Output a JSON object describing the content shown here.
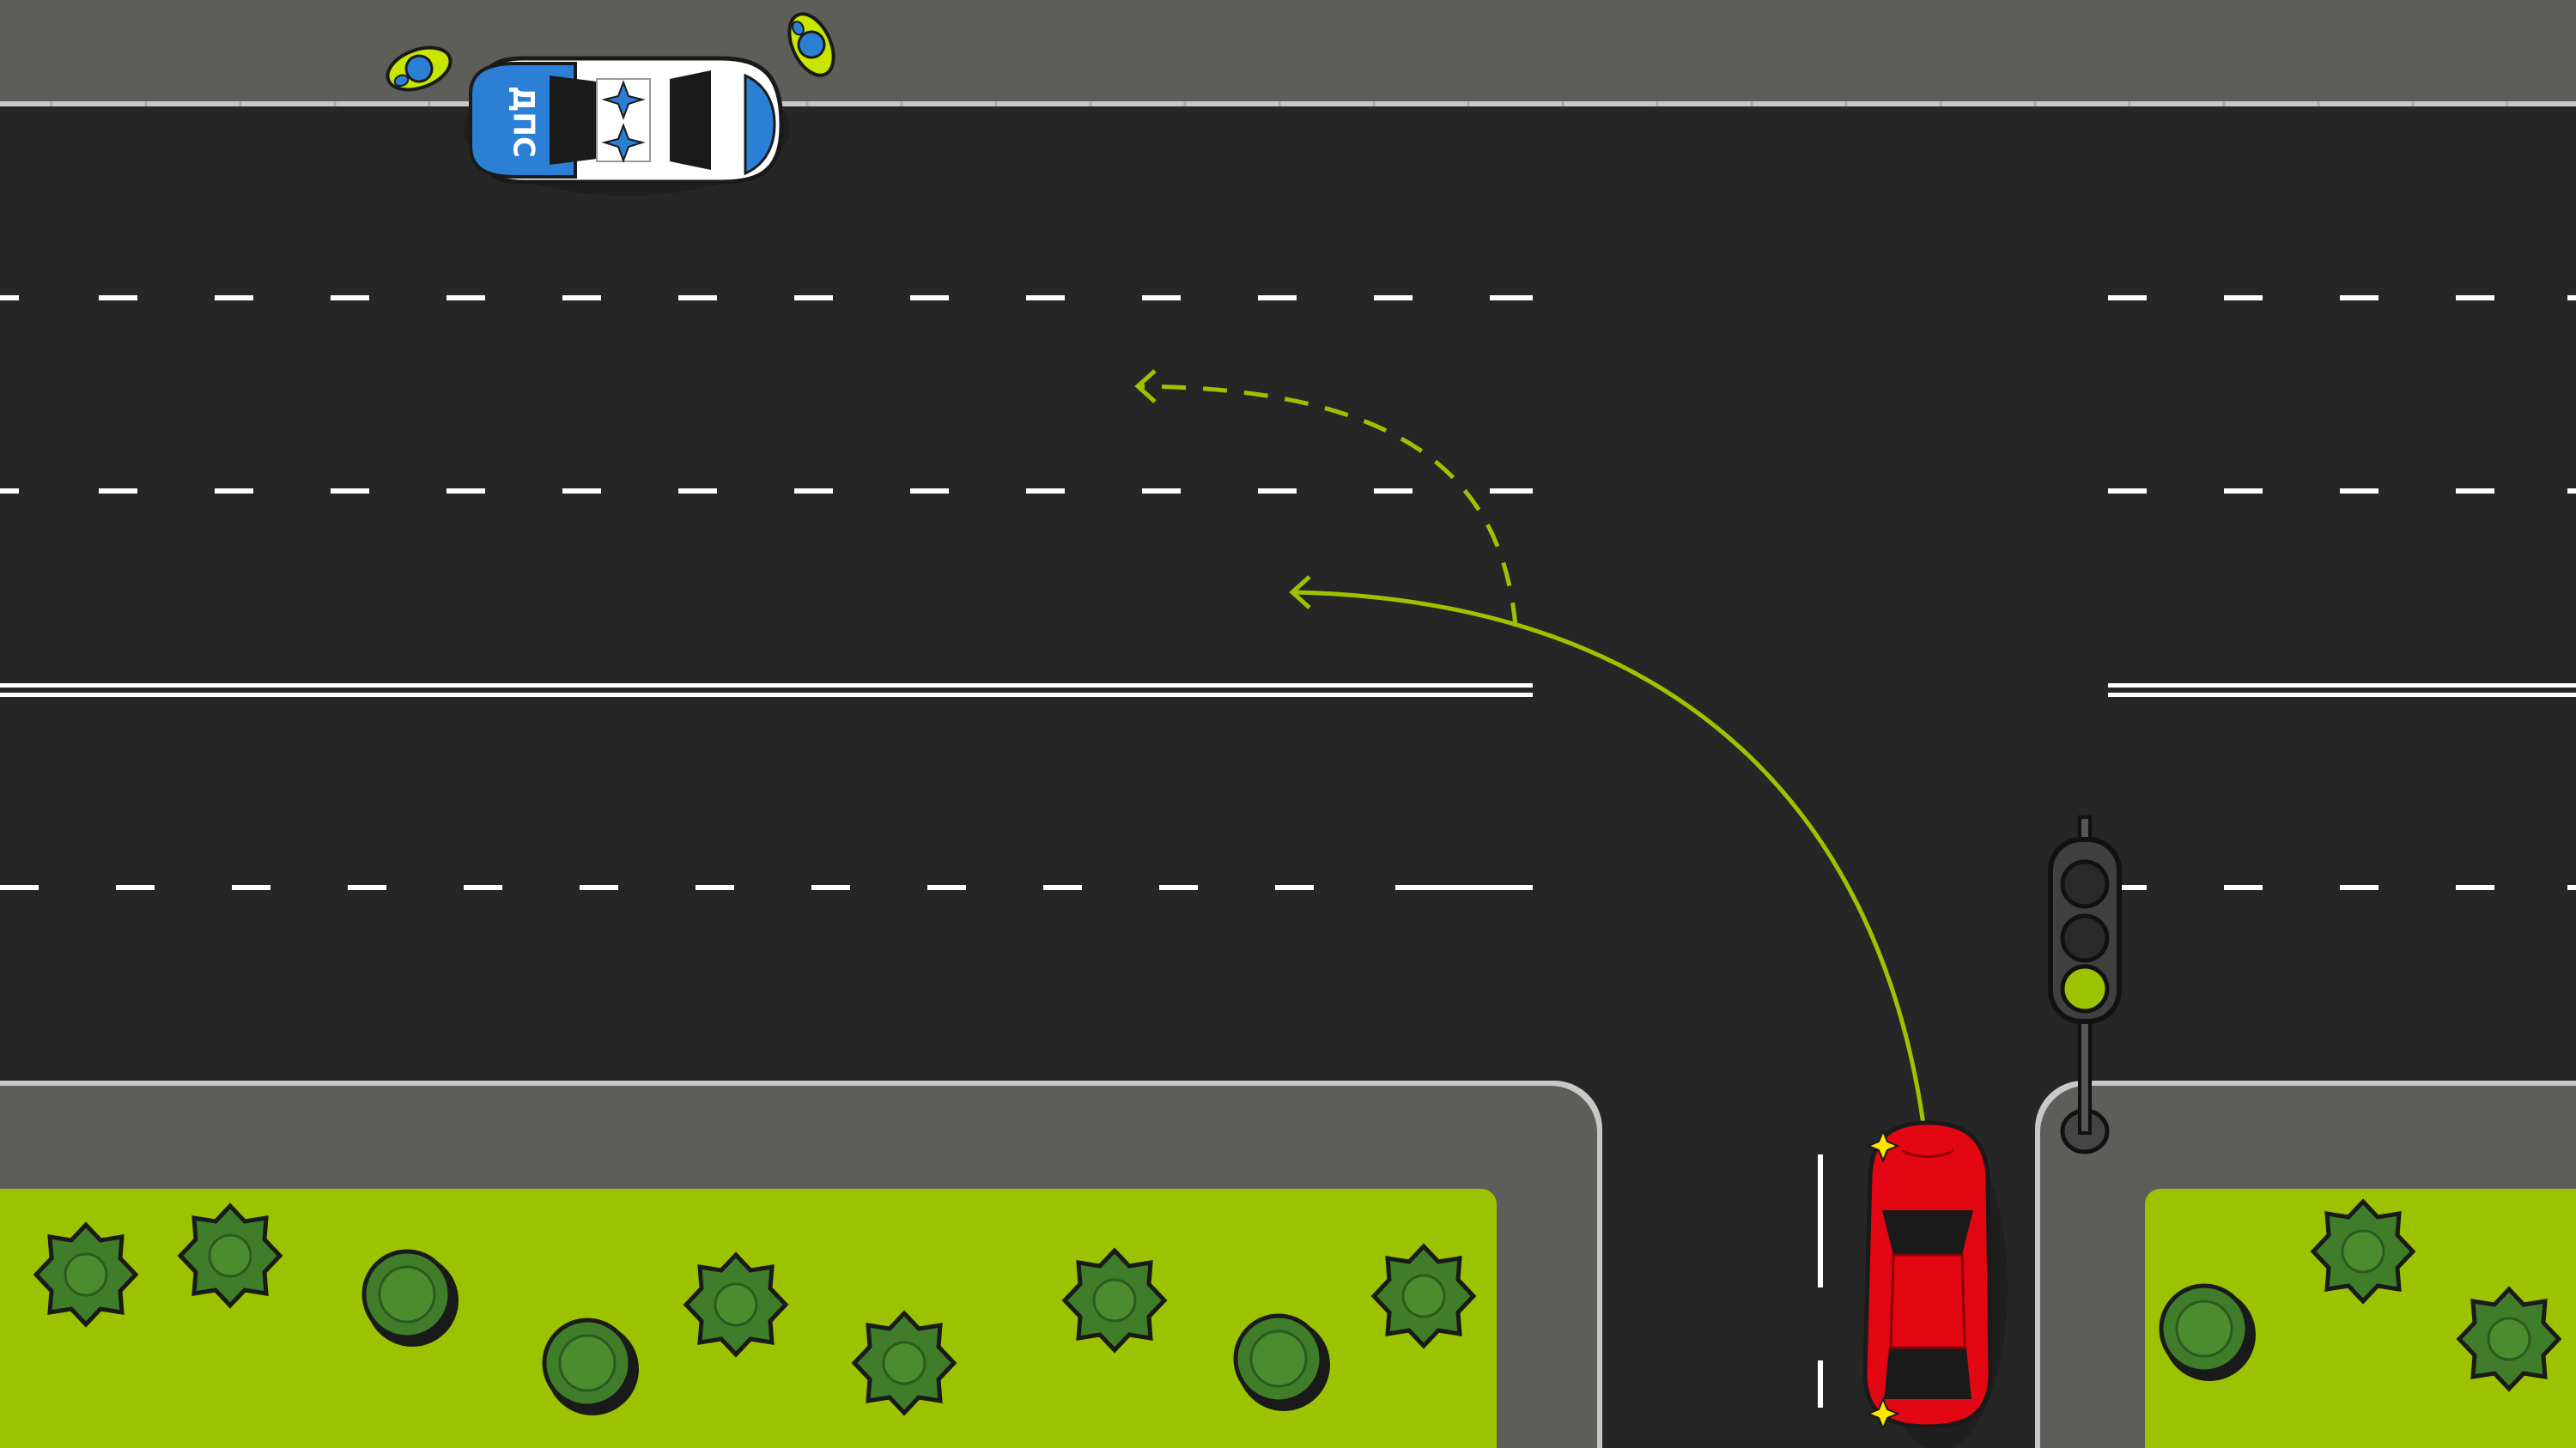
{
  "colors": {
    "asphalt": "#262626",
    "sidewalk": "#5d5e5a",
    "grass": "#9dc300",
    "marking": "#ffffff",
    "arrow": "#9dc300",
    "car_red": "#e30613",
    "police_blue": "#2b7fd4",
    "hazard_light": "#ffe600",
    "traffic_light_active": "#9dc300"
  },
  "police_car": {
    "label": "ДПС"
  },
  "traffic_light": {
    "state": "green",
    "active_lamp": "bottom"
  },
  "icons": {
    "police_car": "police-car-icon",
    "red_car": "red-car-icon",
    "officer": "officer-icon",
    "tree": "tree-icon",
    "bush": "bush-icon",
    "traffic_light": "traffic-light-icon",
    "arrow": "arrow-icon"
  },
  "maneuvers": [
    {
      "id": "left-turn-far-lane",
      "style": "solid"
    },
    {
      "id": "left-turn-farther-lane",
      "style": "dashed"
    }
  ]
}
